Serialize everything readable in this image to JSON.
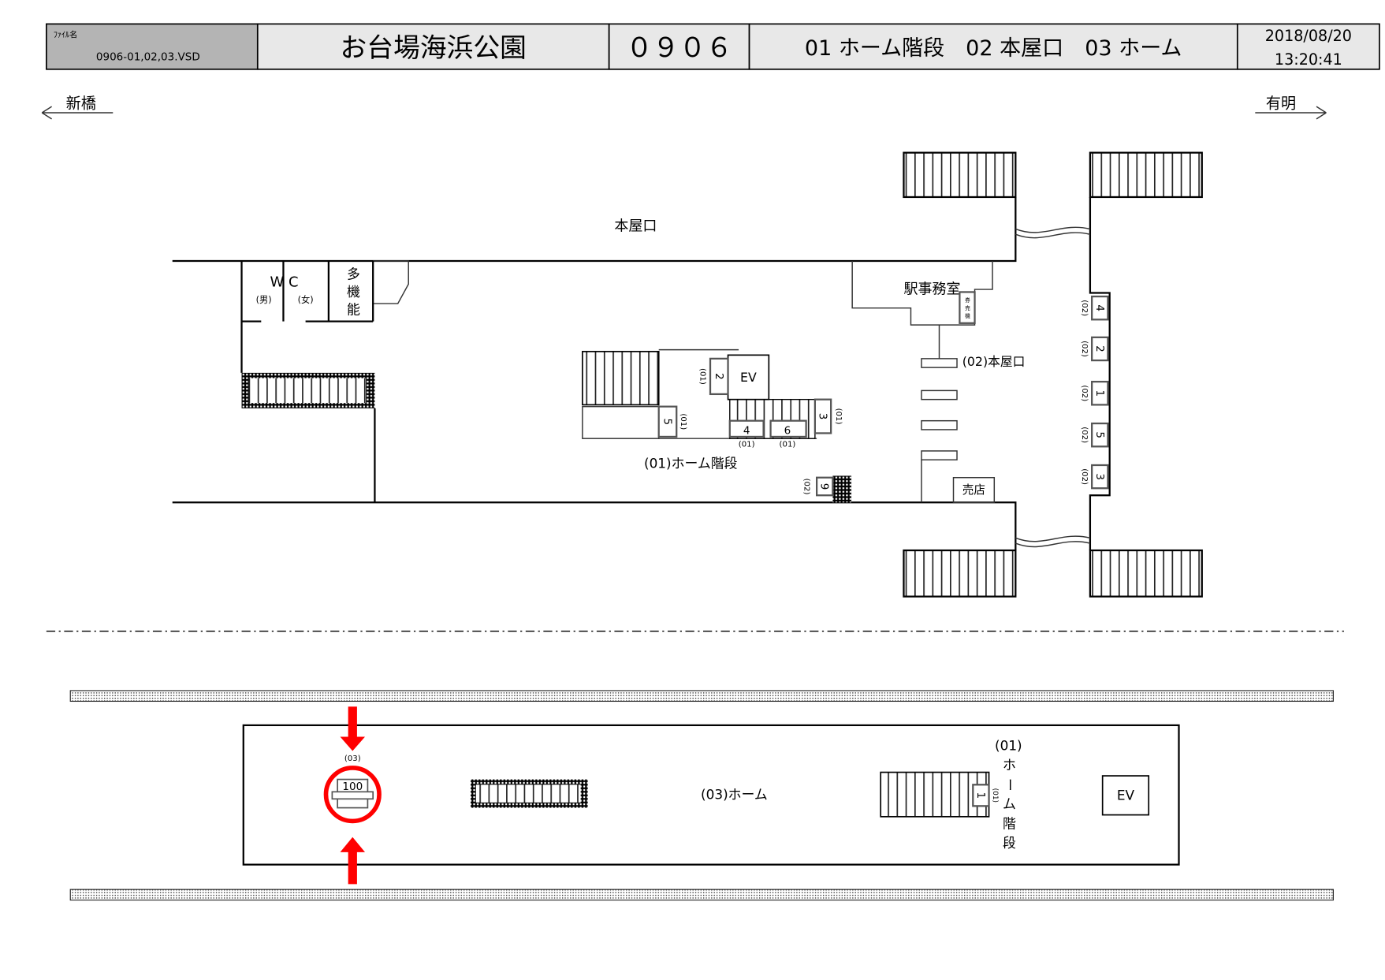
{
  "header": {
    "file_label": "ﾌｧｲﾙ名",
    "file_name": "0906-01,02,03.VSD",
    "station_name": "お台場海浜公園",
    "station_code": "０９０６",
    "areas": "01 ホーム階段　02 本屋口　03 ホーム",
    "date": "2018/08/20",
    "time": "13:20:41"
  },
  "directions": {
    "left": "新橋",
    "right": "有明"
  },
  "concourse": {
    "entrance_label": "本屋口",
    "wc_label": "W C",
    "wc_men": "(男)",
    "wc_women": "(女)",
    "multi_purpose": [
      "多",
      "機",
      "能"
    ],
    "station_office": "駅事務室",
    "ticket_machine": [
      "券",
      "売",
      "機"
    ],
    "gate_label": "(02)本屋口",
    "shop": "売店",
    "stairs_label": "(01)ホーム階段",
    "ev": "EV",
    "cam01": [
      {
        "num": "2",
        "area": "(01)"
      },
      {
        "num": "5",
        "area": "(01)"
      },
      {
        "num": "4",
        "area": "(01)"
      },
      {
        "num": "6",
        "area": "(01)"
      },
      {
        "num": "3",
        "area": "(01)"
      }
    ],
    "cam02_center": {
      "num": "9",
      "area": "(02)"
    },
    "cam02_right": [
      {
        "num": "4",
        "area": "(02)"
      },
      {
        "num": "2",
        "area": "(02)"
      },
      {
        "num": "1",
        "area": "(02)"
      },
      {
        "num": "5",
        "area": "(02)"
      },
      {
        "num": "3",
        "area": "(02)"
      }
    ]
  },
  "platform": {
    "label": "(03)ホーム",
    "highlight_cam": {
      "num": "100",
      "area": "(03)",
      "color": "#ff0000"
    },
    "stairs_area": "(01)",
    "stairs_vertical": [
      "ホ",
      "ー",
      "ム",
      "階",
      "段"
    ],
    "stairs_cam": {
      "num": "1",
      "area": "(01)"
    },
    "ev": "EV"
  }
}
